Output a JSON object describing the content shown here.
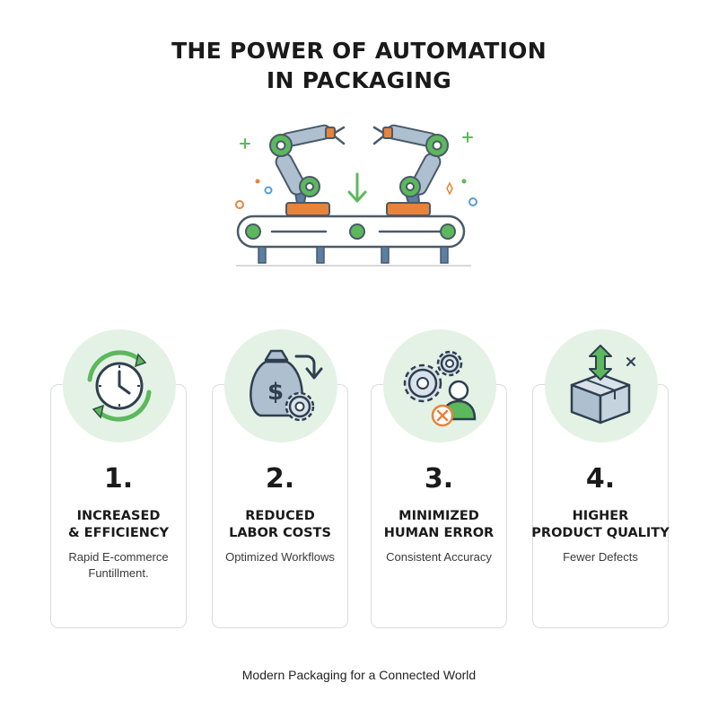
{
  "title": {
    "line1": "THE POWER OF AUTOMATION",
    "line2": "IN PACKAGING"
  },
  "hero": {
    "illustration": "robot-arms-conveyor-icon"
  },
  "colors": {
    "accent_green": "#5cb85c",
    "accent_orange": "#e8833a",
    "steel_blue": "#5b7fa3",
    "badge_bg": "#e4f2e6"
  },
  "benefits": [
    {
      "icon": "clock-cycle-icon",
      "number": "1.",
      "heading": [
        "INCREASED",
        "& EFFICIENCY"
      ],
      "sub": [
        "Rapid E-commerce",
        "Funtillment."
      ]
    },
    {
      "icon": "money-bag-gear-icon",
      "number": "2.",
      "heading": [
        "REDUCED",
        "LABOR COSTS"
      ],
      "sub": [
        "Optimized Workflows"
      ]
    },
    {
      "icon": "gears-person-error-icon",
      "number": "3.",
      "heading": [
        "MINIMIZED",
        "HUMAN ERROR"
      ],
      "sub": [
        "Consistent Accuracy"
      ]
    },
    {
      "icon": "box-quality-arrows-icon",
      "number": "4.",
      "heading": [
        "HIGHER",
        "PRODUCT QUALITY"
      ],
      "sub": [
        "Fewer Defects"
      ]
    }
  ],
  "footer": "Modern Packaging for a Connected World"
}
